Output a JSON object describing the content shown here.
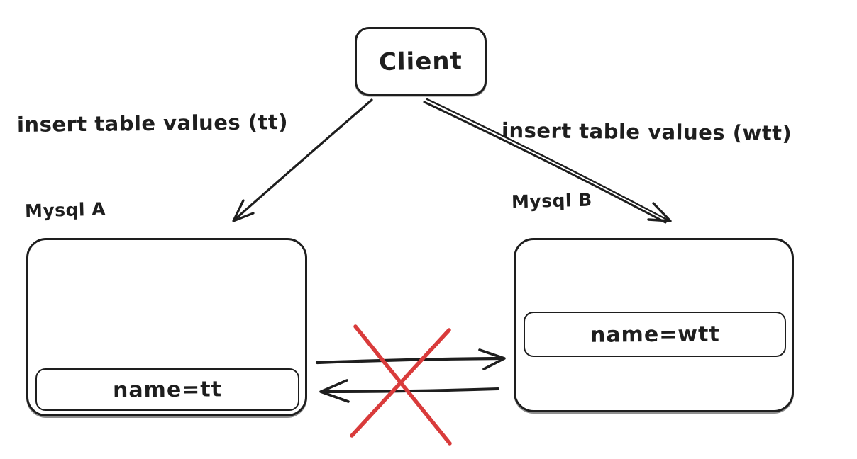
{
  "client": {
    "label": "Client"
  },
  "edges": {
    "client_to_a_label": "insert table values (tt)",
    "client_to_b_label": "insert table values (wtt)"
  },
  "mysql_a": {
    "title": "Mysql A",
    "row": "name=tt"
  },
  "mysql_b": {
    "title": "Mysql B",
    "row": "name=wtt"
  },
  "icons": {
    "blocked": "red-cross-x",
    "arrow_right": "arrow-right",
    "arrow_left": "arrow-left"
  },
  "colors": {
    "ink": "#1e1e1e",
    "blocked_red": "#d93b3b",
    "background": "#ffffff"
  }
}
